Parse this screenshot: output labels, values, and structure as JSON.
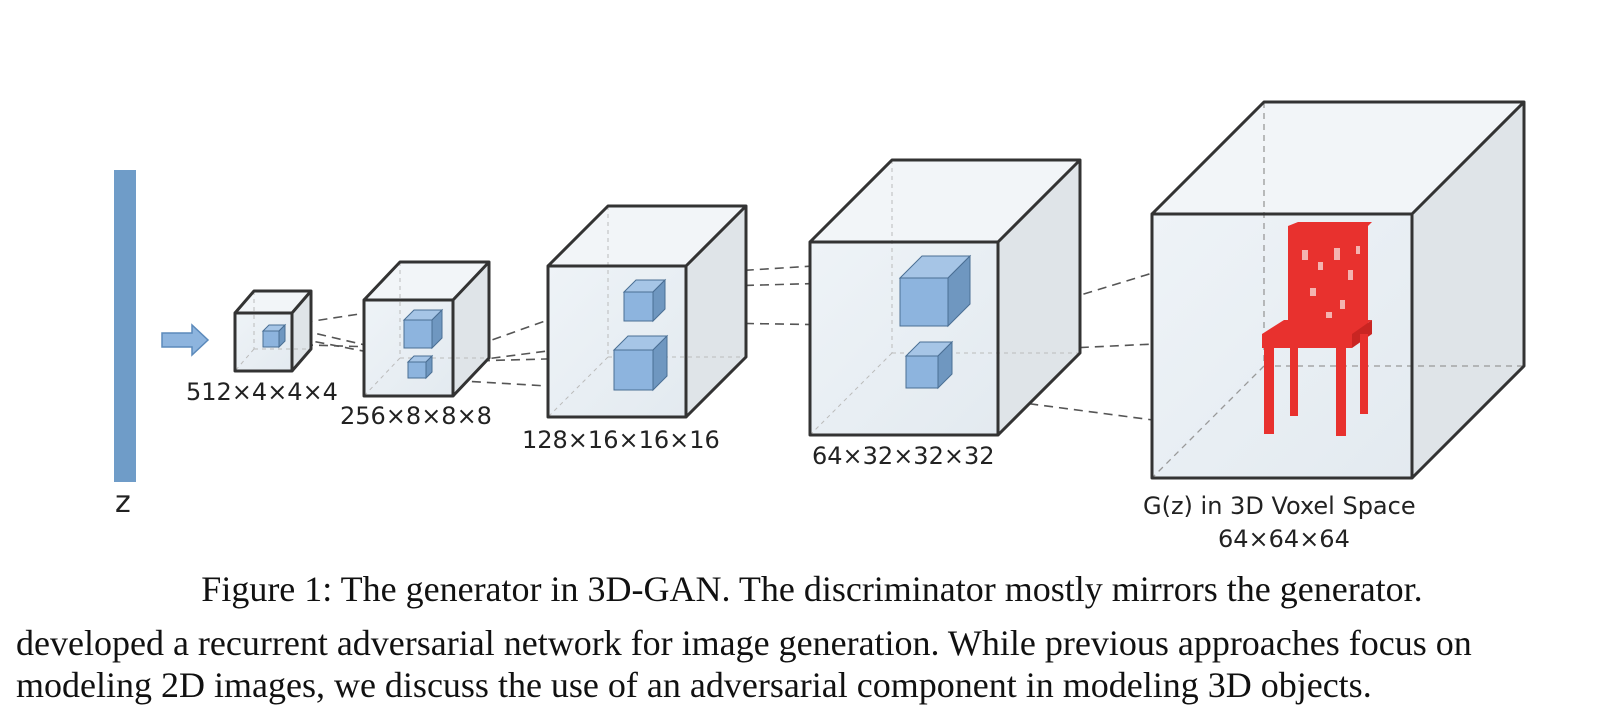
{
  "figure": {
    "z_label": "z",
    "layers": [
      {
        "shape": "512×4×4×4"
      },
      {
        "shape": "256×8×8×8"
      },
      {
        "shape": "128×16×16×16"
      },
      {
        "shape": "64×32×32×32"
      }
    ],
    "output": {
      "title": "G(z) in 3D Voxel Space",
      "shape": "64×64×64"
    },
    "colors": {
      "latent_bar": "#6f9cc8",
      "kernel_fill": "#8db4de",
      "voxel_chair": "#e8312e",
      "cube_edge": "#333333"
    }
  },
  "caption": "Figure 1: The generator in 3D-GAN. The discriminator mostly mirrors the generator.",
  "body_text": [
    "developed a recurrent adversarial network for image generation. While previous approaches focus on",
    "modeling 2D images, we discuss the use of an adversarial component in modeling 3D objects."
  ]
}
